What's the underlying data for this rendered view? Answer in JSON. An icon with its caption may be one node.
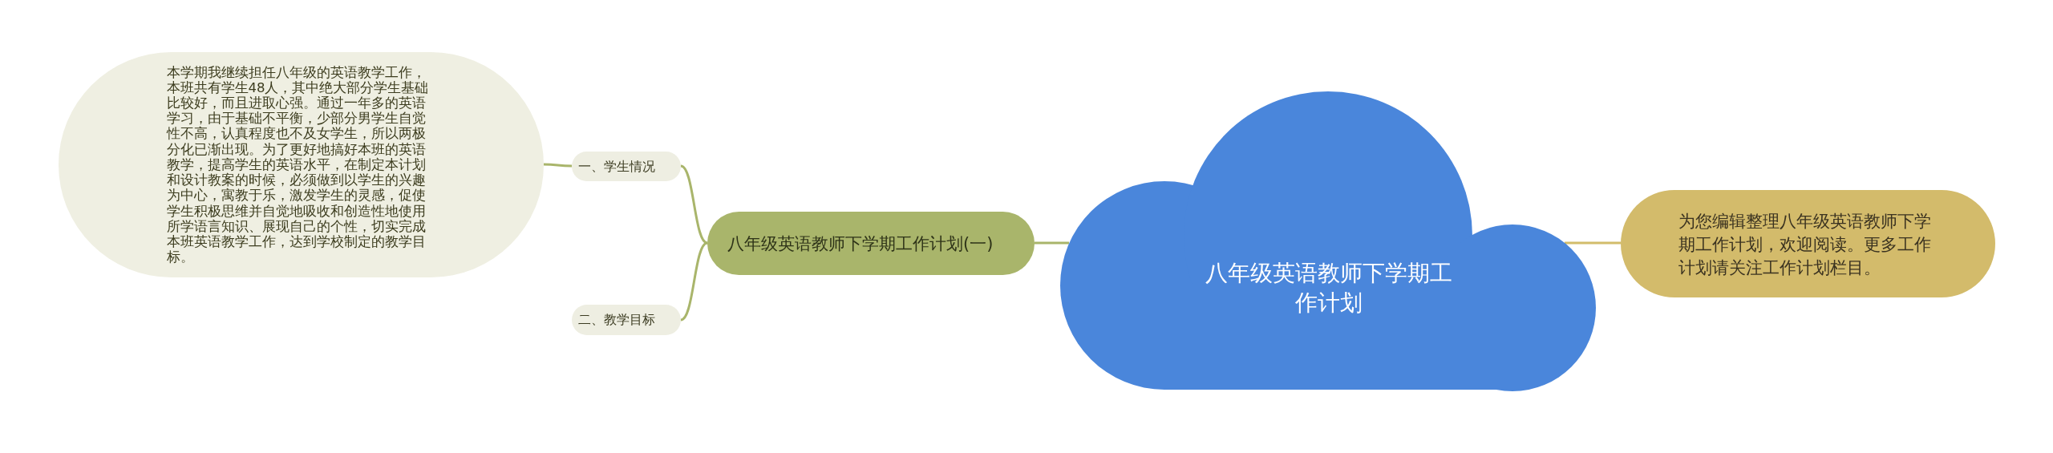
{
  "diagram": {
    "nodes": [
      {
        "text": [
          "八年级英语教师下学期工作计划"
        ]
      },
      {
        "text": [
          "为您编辑整理八年级英语教师下学期工作计划，欢迎阅读。更多工作计划请关注工作计划栏目。"
        ]
      },
      {
        "text": [
          "八年级英语教师下学期工作计划(一)"
        ]
      },
      {
        "text": [
          "一、学生情况"
        ]
      },
      {
        "text": [
          "二、教学目标"
        ]
      },
      {
        "text": [
          "本学期我继续担任八年级的英语教学工作，本班共有学生48人，其中绝大部分学生基础比较好，而且进取心强。通过一年多的英语学习，由于基础不平衡，少部分男学生自觉性不高，认真程度也不及女学生，所以两极分化已渐出现。为了更好地搞好本班的英语教学，提高学生的英语水平，在制定本计划和设计教案的时候，必须做到以学生的兴趣为中心，寓教于乐，激发学生的灵感，促使学生积极思维并自觉地吸收和创造性地使用所学语言知识、展现自己的个性，切实完成本班英语教学工作，达到学校制定的教学目标。"
        ]
      }
    ],
    "edges": [
      {
        "from": 0,
        "to": 1,
        "arrow": "none",
        "color": "#d2bc6a"
      },
      {
        "from": 0,
        "to": 2,
        "arrow": "none"
      },
      {
        "from": 2,
        "to": 3,
        "arrow": "none"
      },
      {
        "from": 2,
        "to": 4,
        "arrow": "none"
      },
      {
        "from": 3,
        "to": 5,
        "arrow": "none"
      }
    ]
  }
}
